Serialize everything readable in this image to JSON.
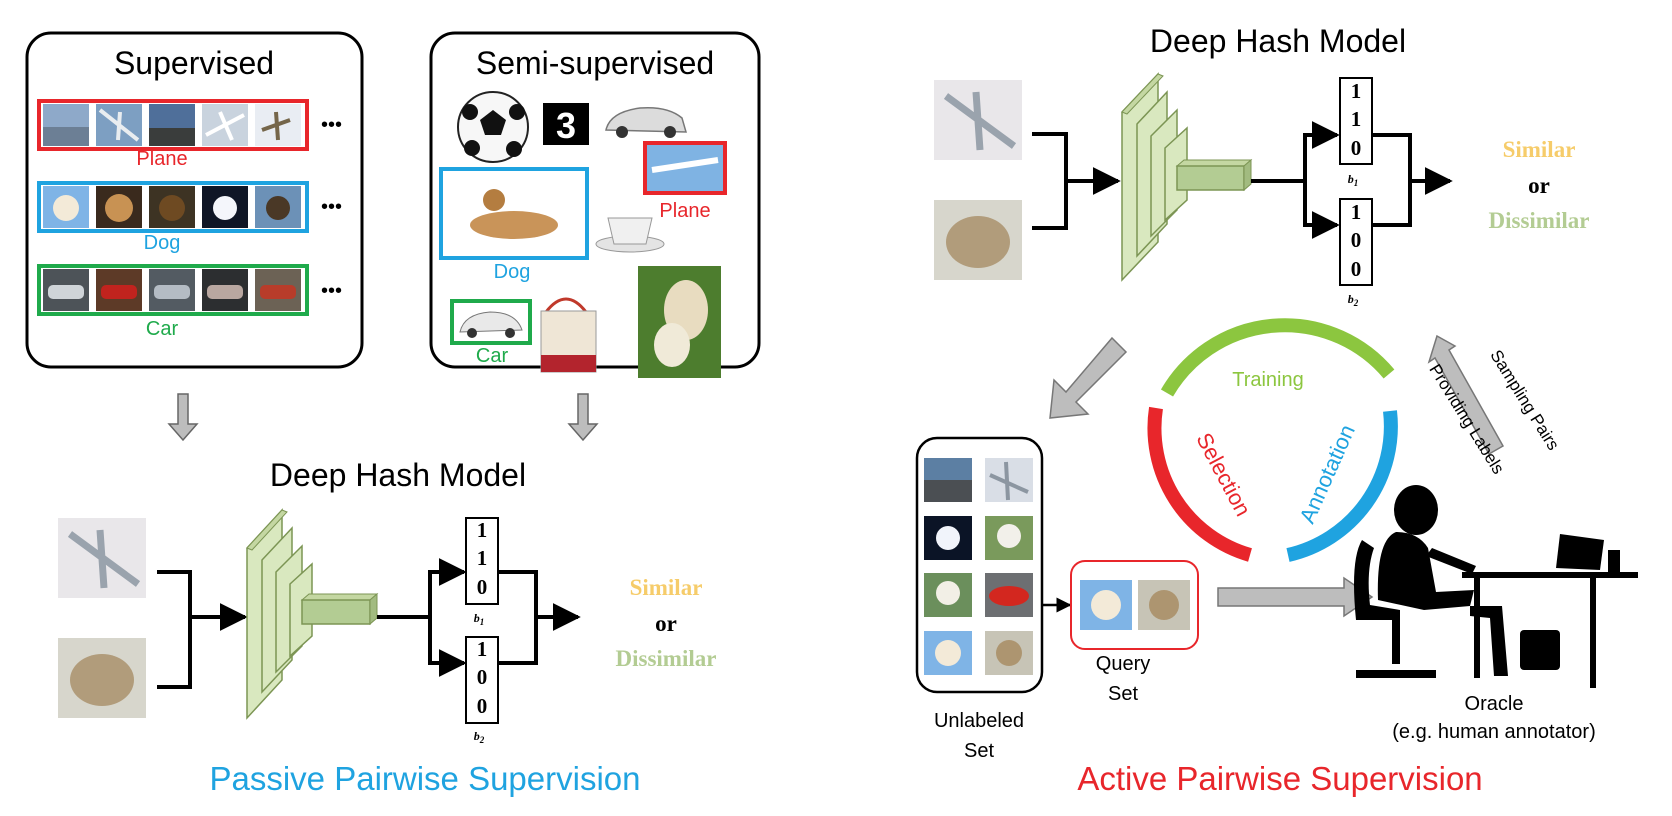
{
  "passive": {
    "supervised_title": "Supervised",
    "semi_title": "Semi-supervised",
    "class_plane": "Plane",
    "class_dog": "Dog",
    "class_car": "Car",
    "semi_plane": "Plane",
    "semi_dog": "Dog",
    "semi_car": "Car",
    "semi_digit": "3",
    "ellipsis": "•••",
    "model_title": "Deep Hash Model",
    "code1": [
      "1",
      "1",
      "0"
    ],
    "code2": [
      "1",
      "0",
      "0"
    ],
    "b1": "b",
    "b1_sub": "1",
    "b2": "b",
    "b2_sub": "2",
    "similar": "Similar",
    "or": "or",
    "dissimilar": "Dissimilar",
    "caption": "Passive Pairwise Supervision"
  },
  "active": {
    "model_title": "Deep Hash Model",
    "code1": [
      "1",
      "1",
      "0"
    ],
    "code2": [
      "1",
      "0",
      "0"
    ],
    "b1": "b",
    "b1_sub": "1",
    "b2": "b",
    "b2_sub": "2",
    "similar": "Similar",
    "or": "or",
    "dissimilar": "Dissimilar",
    "training": "Training",
    "selection": "Selection",
    "annotation": "Annotation",
    "sampling_pairs": "Sampling Pairs",
    "providing_labels": "Providing Labels",
    "unlabeled_line1": "Unlabeled",
    "unlabeled_line2": "Set",
    "query_line1": "Query",
    "query_line2": "Set",
    "oracle_line1": "Oracle",
    "oracle_line2": "(e.g. human annotator)",
    "caption": "Active Pairwise Supervision"
  },
  "colors": {
    "plane": "#e8262b",
    "dog": "#1fa3e0",
    "car": "#1faa4b",
    "similar": "#f6cc6a",
    "dissimilar": "#b3cc93",
    "passive_caption": "#1fa3e0",
    "active_caption": "#e8262b",
    "training": "#8cc63f",
    "selection": "#e8262b",
    "annotation": "#1fa3e0"
  }
}
